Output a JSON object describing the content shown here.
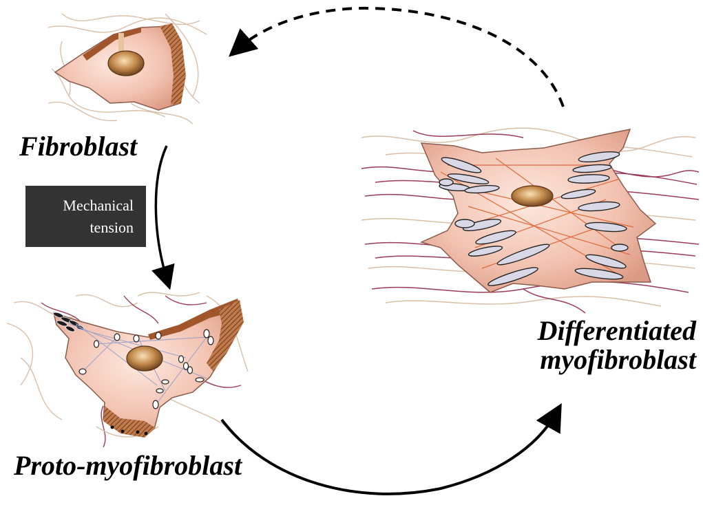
{
  "labels": {
    "fibroblast": "Fibroblast",
    "proto_myofibroblast": "Proto-myofibroblast",
    "differentiated_line1": "Differentiated",
    "differentiated_line2": "myofibroblast"
  },
  "tension_box": {
    "text": "Mechanical\ntension"
  },
  "colors": {
    "cell_body": "#f2c2b0",
    "cell_edge": "#8a5a4a",
    "nucleus": "#b07a45",
    "adhesion_patch": "#a0552a",
    "fibers_tan": "#d9bfa8",
    "fibers_maroon": "#9a3a55",
    "stress_fibers": "#e06a3a",
    "focal_adhesions": "#d8d8e6",
    "tension_box_bg": "#333333",
    "arrow": "#000000"
  }
}
